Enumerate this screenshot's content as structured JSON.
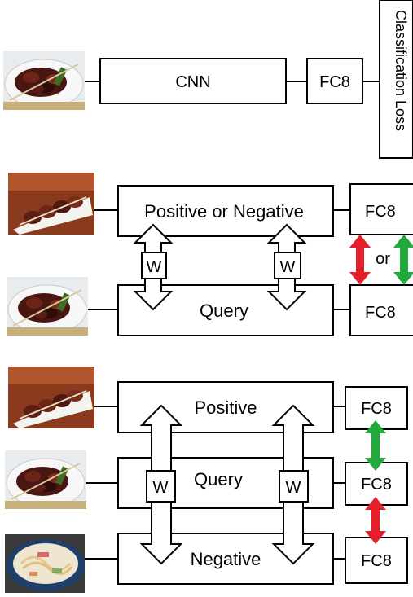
{
  "colors": {
    "similar_arrow": "#21a93c",
    "dissimilar_arrow": "#e3202a"
  },
  "panel_classification": {
    "network_label": "CNN",
    "fc_label": "FC8",
    "loss_label": "Classification Loss",
    "input_image": "yakitori-skewers-photo"
  },
  "panel_pairwise": {
    "top_label": "Positive or Negative",
    "bottom_label": "Query",
    "fc_top_label": "FC8",
    "fc_bottom_label": "FC8",
    "or_label": "or",
    "shared_weight_left": "W",
    "shared_weight_right": "W",
    "top_image": "yakitori-skewers-photo",
    "bottom_image": "yakitori-skewers-photo"
  },
  "panel_triplet": {
    "positive_label": "Positive",
    "query_label": "Query",
    "negative_label": "Negative",
    "fc_labels": [
      "FC8",
      "FC8",
      "FC8"
    ],
    "shared_weight_left": "W",
    "shared_weight_right": "W",
    "positive_image": "yakitori-skewers-photo",
    "query_image": "yakitori-skewers-photo",
    "negative_image": "ramen-bowl-photo"
  }
}
